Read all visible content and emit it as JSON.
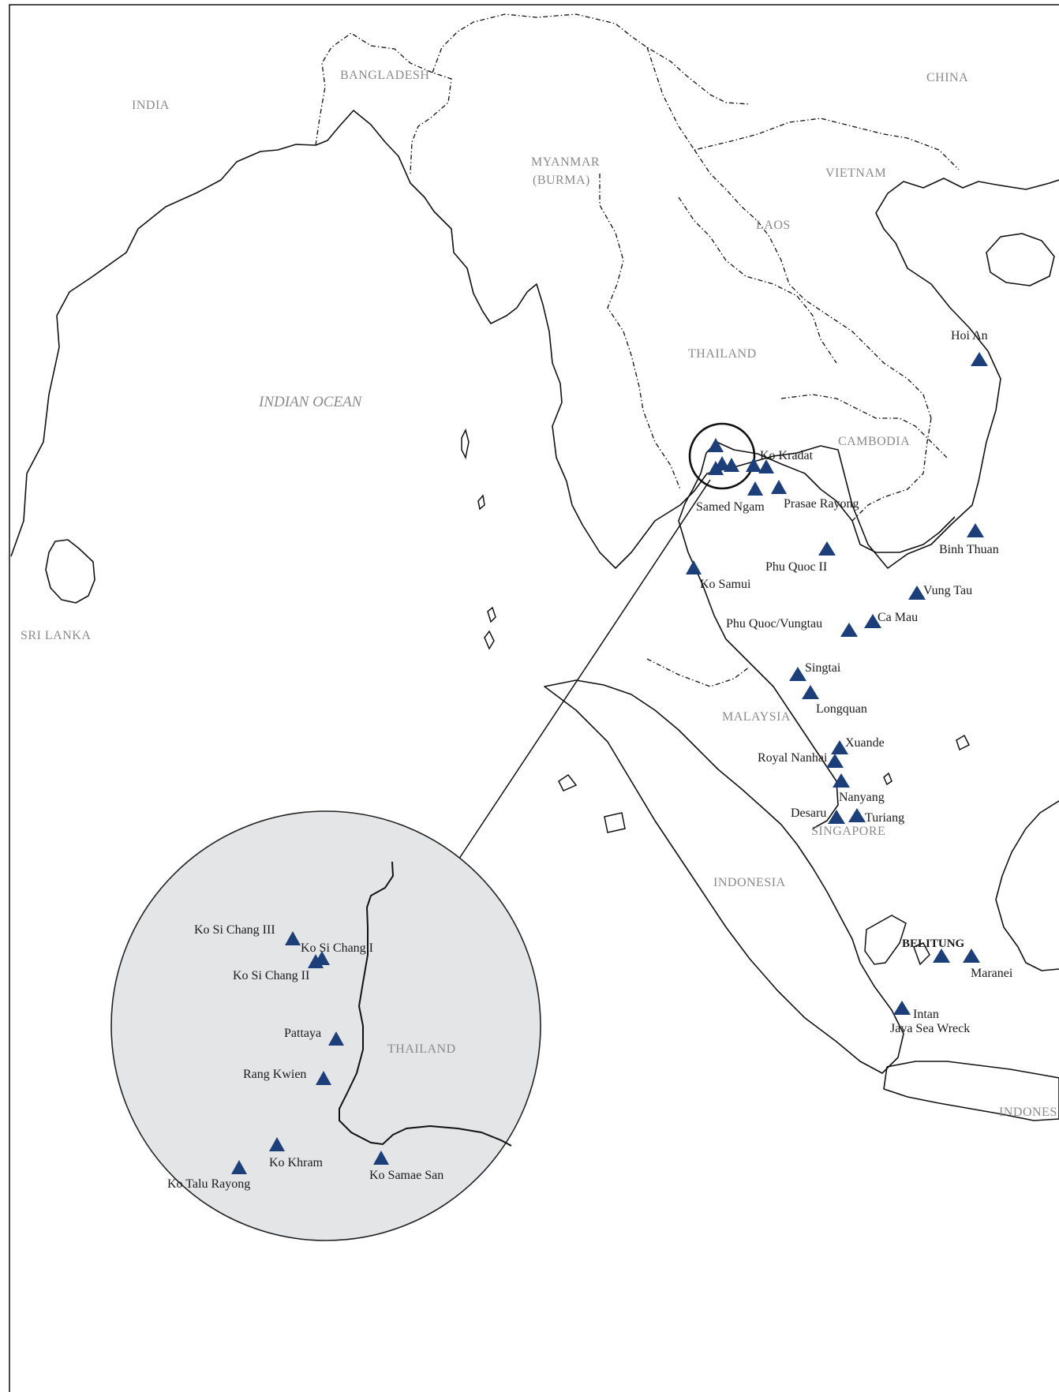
{
  "colors": {
    "marker": "#1c3f7a",
    "inset_fill": "#e4e5e7",
    "label_gray": "#8a8a8a",
    "ink": "#111111"
  },
  "marker_icon": "triangle-icon",
  "countries": {
    "india": "INDIA",
    "bangladesh": "BANGLADESH",
    "china": "CHINA",
    "myanmar": "MYANMAR",
    "myanmar_alt": "(BURMA)",
    "vietnam": "VIETNAM",
    "laos": "LAOS",
    "thailand": "THAILAND",
    "cambodia": "CAMBODIA",
    "malaysia": "MALAYSIA",
    "singapore": "SINGAPORE",
    "indonesia": "INDONESIA",
    "indonesia_east": "INDONES",
    "srilanka": "SRI LANKA"
  },
  "ocean": "INDIAN OCEAN",
  "sites": {
    "hoi_an": "Hoi An",
    "ko_kradat": "Ko Kradat",
    "samed_ngam": "Samed Ngam",
    "prasae_rayong": "Prasae Rayong",
    "binh_thuan": "Binh Thuan",
    "phu_quoc_ii": "Phu Quoc II",
    "ko_samui": "Ko Samui",
    "vung_tau": "Vung Tau",
    "ca_mau": "Ca Mau",
    "phu_quoc_vungtau": "Phu Quoc/Vungtau",
    "singtai": "Singtai",
    "longquan": "Longquan",
    "xuande": "Xuande",
    "royal_nanhai": "Royal Nanhai",
    "nanyang": "Nanyang",
    "desaru": "Desaru",
    "turiang": "Turiang",
    "belitung": "BELITUNG",
    "maranei": "Maranei",
    "intan": "Intan",
    "java_sea_wreck": "Java Sea Wreck"
  },
  "inset": {
    "thailand": "THAILAND",
    "sites": {
      "ko_si_chang_iii": "Ko Si Chang III",
      "ko_si_chang_i": "Ko Si Chang I",
      "ko_si_chang_ii": "Ko Si Chang II",
      "pattaya": "Pattaya",
      "rang_kwien": "Rang Kwien",
      "ko_khram": "Ko Khram",
      "ko_talu_rayong": "Ko Talu Rayong",
      "ko_samae_san": "Ko Samae San"
    }
  }
}
